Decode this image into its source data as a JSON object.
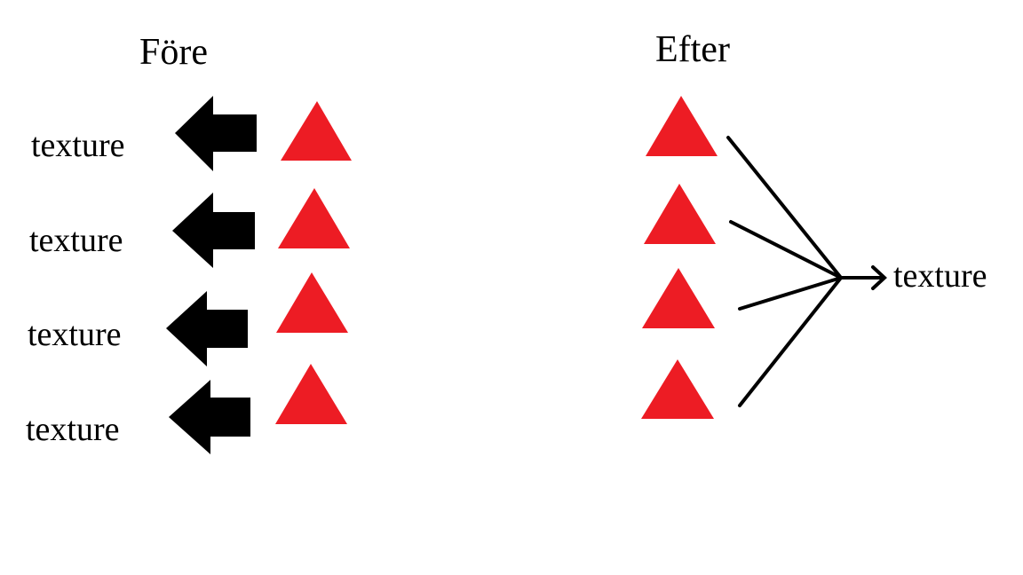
{
  "before": {
    "title": "Före",
    "labels": [
      "texture",
      "texture",
      "texture",
      "texture"
    ]
  },
  "after": {
    "title": "Efter",
    "label": "texture"
  },
  "colors": {
    "triangle": "#ed1c24",
    "ink": "#000000",
    "background": "#ffffff"
  }
}
